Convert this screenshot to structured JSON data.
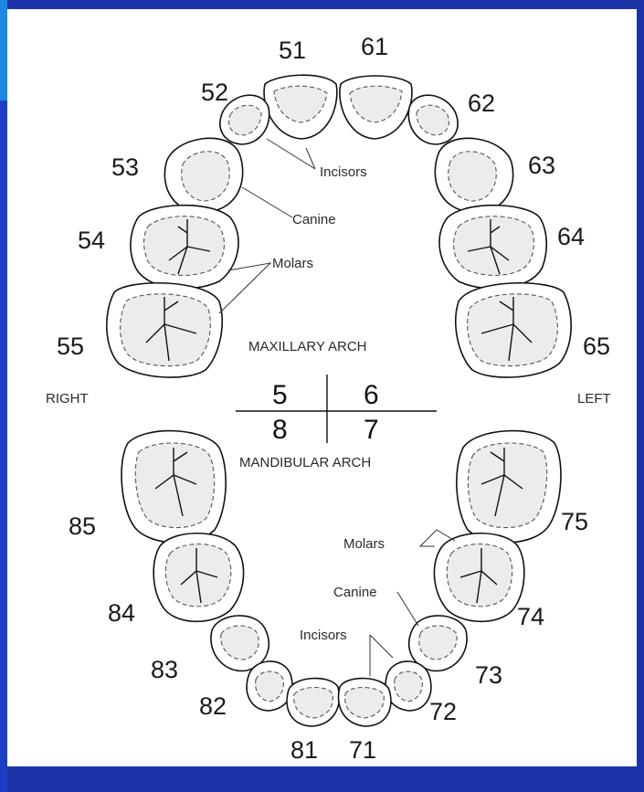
{
  "teeth": {
    "upper_right": [
      "51",
      "52",
      "53",
      "54",
      "55"
    ],
    "upper_left": [
      "61",
      "62",
      "63",
      "64",
      "65"
    ],
    "lower_left": [
      "71",
      "72",
      "73",
      "74",
      "75"
    ],
    "lower_right": [
      "81",
      "82",
      "83",
      "84",
      "85"
    ]
  },
  "labels": {
    "incisors_upper": "Incisors",
    "canine_upper": "Canine",
    "molars_upper": "Molars",
    "maxillary_arch": "MAXILLARY ARCH",
    "mandibular_arch": "MANDIBULAR ARCH",
    "right": "RIGHT",
    "left": "LEFT",
    "molars_lower": "Molars",
    "canine_lower": "Canine",
    "incisors_lower": "Incisors"
  },
  "quadrants": {
    "upper_right": "5",
    "upper_left": "6",
    "lower_right": "8",
    "lower_left": "7"
  },
  "colors": {
    "background": "#1c33a8",
    "panel": "#ffffff",
    "accent_strip": "#1e88e5"
  }
}
